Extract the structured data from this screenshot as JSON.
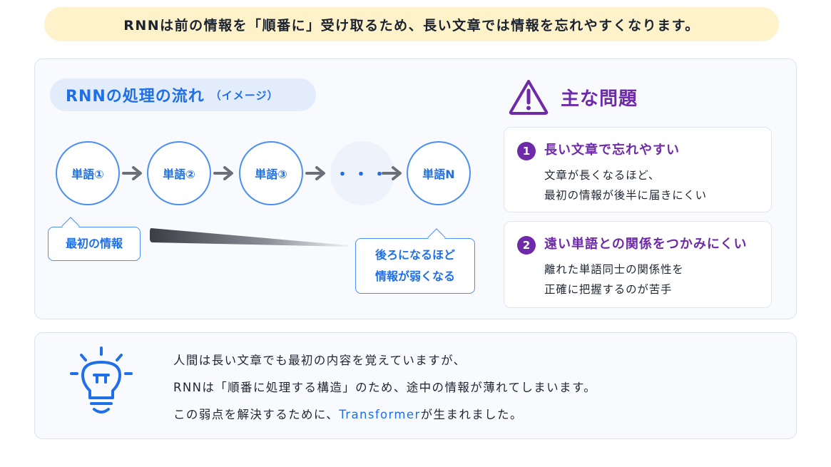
{
  "banner": "RNNは前の情報を「順番に」受け取るため、長い文章では情報を忘れやすくなります。",
  "flow": {
    "title": "RNNの処理の流れ",
    "subtitle": "（イメージ）",
    "nodes": [
      "単語①",
      "単語②",
      "単語③",
      "・・・",
      "単語N"
    ],
    "callout_start": "最初の情報",
    "callout_end_lines": [
      "後ろになるほど",
      "情報が弱くなる"
    ]
  },
  "problems": {
    "title": "主な問題",
    "items": [
      {
        "num": "1",
        "heading": "長い文章で忘れやすい",
        "lines": [
          "文章が長くなるほど、",
          "最初の情報が後半に届きにくい"
        ]
      },
      {
        "num": "2",
        "heading": "遠い単語との関係をつかみにくい",
        "lines": [
          "離れた単語同士の関係性を",
          "正確に把握するのが苦手"
        ]
      }
    ]
  },
  "note": {
    "line1": "人間は長い文章でも最初の内容を覚えていますが、",
    "line2": "RNNは「順番に処理する構造」のため、途中の情報が薄れてしまいます。",
    "line3_pre": "この弱点を解決するために、",
    "line3_hl": "Transformer",
    "line3_post": "が生まれました。"
  },
  "colors": {
    "banner_bg": "#fdf2c9",
    "accent_blue": "#1f6fe8",
    "accent_purple": "#6e2aa8",
    "card_bg": "#f8fafe"
  },
  "icons": [
    "arrow-right-icon",
    "warning-triangle-icon",
    "lightbulb-icon"
  ]
}
